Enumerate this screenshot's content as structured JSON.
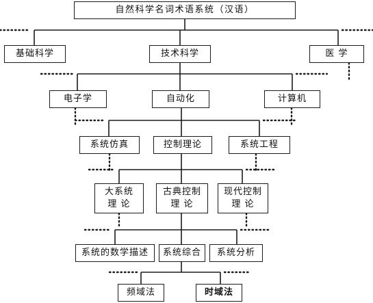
{
  "diagram": {
    "root": "自然科学名词术语系统（汉语）",
    "level1": {
      "left": "基础科学",
      "center": "技术科学",
      "right": "医 学"
    },
    "level2": {
      "left": "电子学",
      "center": "自动化",
      "right": "计算机"
    },
    "level3": {
      "left": "系统仿真",
      "center": "控制理论",
      "right": "系统工程"
    },
    "level4": {
      "left": "大系统\n理 论",
      "center": "古典控制\n理 论",
      "right": "现代控制\n理 论"
    },
    "level5": {
      "left": "系统的数学描述",
      "center": "系统综合",
      "right": "系统分析"
    },
    "level6": {
      "left": "频域法",
      "right": "时域法"
    }
  }
}
